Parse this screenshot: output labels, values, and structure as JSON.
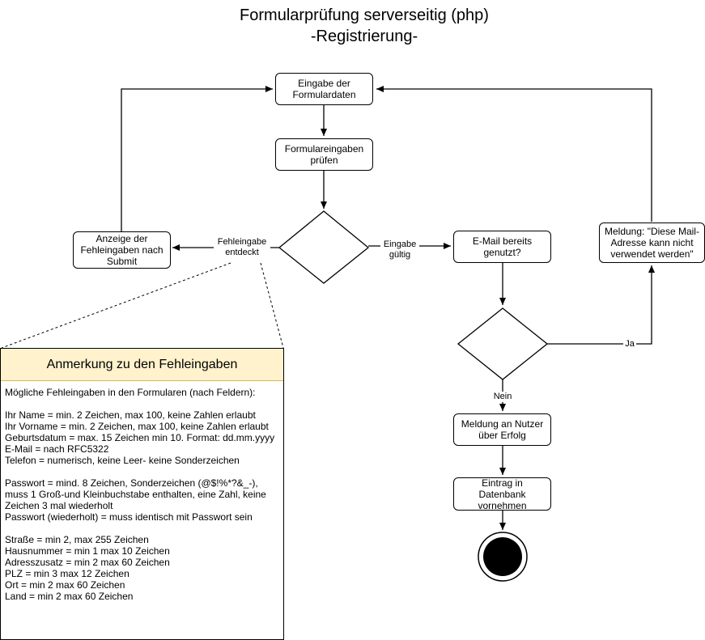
{
  "title": {
    "line1": "Formularprüfung serverseitig (php)",
    "line2": "-Registrierung-"
  },
  "nodes": {
    "input_form": "Eingabe der Formulardaten",
    "check_inputs": "Formulareingaben prüfen",
    "show_errors": "Anzeige der Fehleingaben nach Submit",
    "email_used": "E-Mail bereits genutzt?",
    "msg_email": "Meldung: \"Diese Mail-Adresse kann nicht verwendet werden\"",
    "msg_success": "Meldung an Nutzer über Erfolg",
    "db_entry": "Eintrag in Datenbank vornehmen"
  },
  "edge_labels": {
    "error_found": "Fehleingabe entdeckt",
    "input_valid": "Eingabe gültig",
    "yes": "Ja",
    "no": "Nein"
  },
  "note": {
    "header": "Anmerkung zu den Fehleingaben",
    "lines": [
      "Mögliche Fehleingaben in den Formularen (nach Feldern):",
      "",
      "Ihr Name = min. 2 Zeichen, max 100, keine Zahlen erlaubt",
      "Ihr Vorname = min. 2 Zeichen, max 100, keine Zahlen erlaubt",
      "Geburtsdatum = max. 15 Zeichen min 10. Format: dd.mm.yyyy",
      "E-Mail = nach RFC5322",
      "Telefon = numerisch, keine Leer- keine Sonderzeichen",
      "",
      "Passwort = mind. 8 Zeichen, Sonderzeichen (@$!%*?&_-),",
      "muss 1 Groß-und Kleinbuchstabe enthalten, eine Zahl, keine",
      "Zeichen 3 mal wiederholt",
      "Passwort (wiederholt) = muss identisch mit Passwort sein",
      "",
      "Straße = min 2, max 255 Zeichen",
      "Hausnummer = min 1 max 10 Zeichen",
      "Adresszusatz = min 2 max 60 Zeichen",
      "PLZ = min 3 max 12 Zeichen",
      "Ort = min 2 max 60 Zeichen",
      "Land = min 2 max 60 Zeichen"
    ]
  },
  "colors": {
    "note_header_fill": "#fff2cc",
    "note_header_border": "#d6b656",
    "stroke": "#000000"
  }
}
